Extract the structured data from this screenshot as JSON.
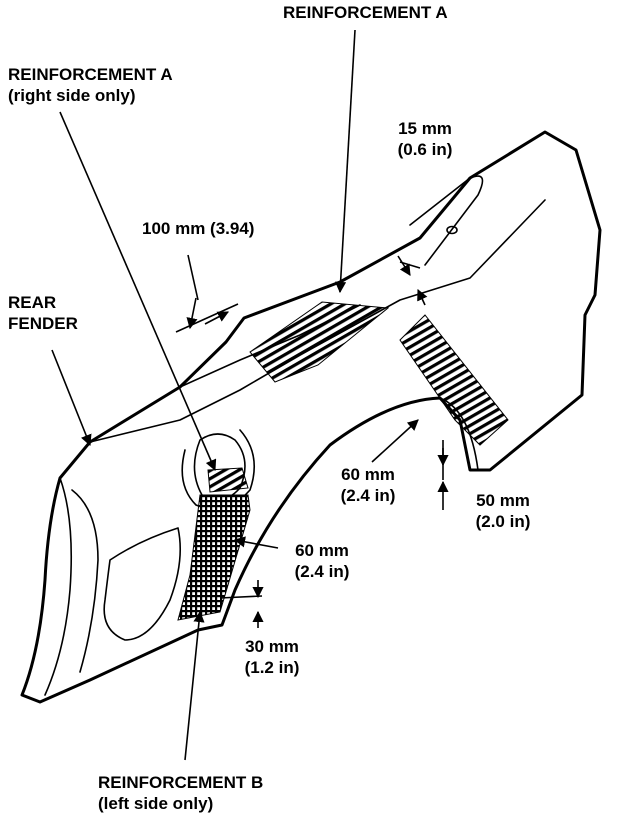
{
  "labels": {
    "reinforcement_a_top": "REINFORCEMENT A",
    "reinforcement_a_right": {
      "line1": "REINFORCEMENT A",
      "line2": "(right side only)"
    },
    "rear_fender": {
      "line1": "REAR",
      "line2": "FENDER"
    },
    "reinforcement_b": {
      "line1": "REINFORCEMENT B",
      "line2": "(left side only)"
    }
  },
  "dimensions": {
    "d15": {
      "line1": "15 mm",
      "line2": "(0.6 in)"
    },
    "d100": "100 mm (3.94)",
    "d60_right": {
      "line1": "60 mm",
      "line2": "(2.4 in)"
    },
    "d50": {
      "line1": "50 mm",
      "line2": "(2.0 in)"
    },
    "d60_left": {
      "line1": "60 mm",
      "line2": "(2.4  in)"
    },
    "d30": {
      "line1": "30 mm",
      "line2": "(1.2 in)"
    }
  }
}
